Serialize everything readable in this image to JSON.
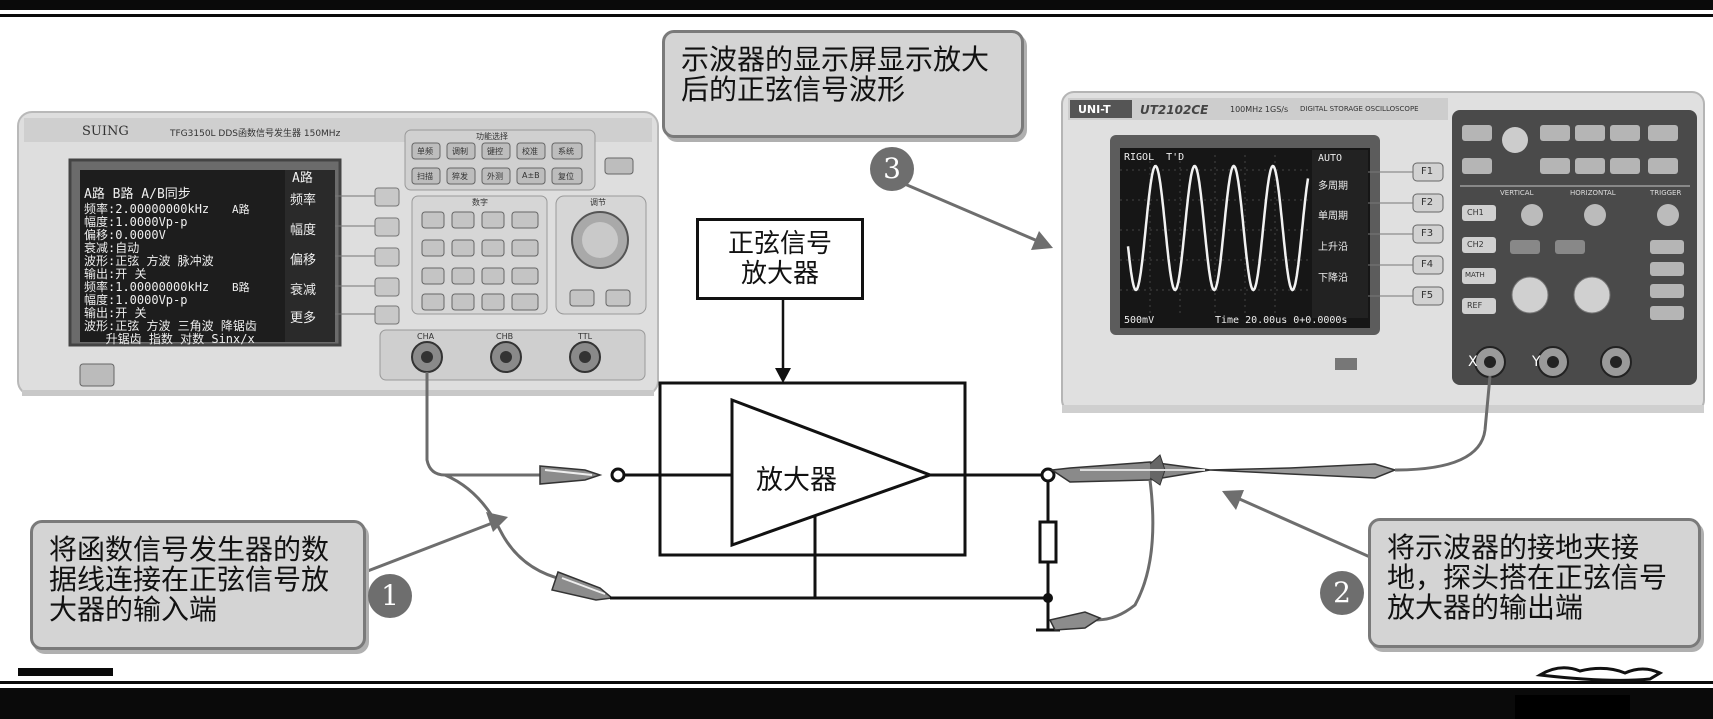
{
  "callouts": {
    "c1_text": "将函数信号发生器的数据线连接在正弦信号放大器的输入端",
    "c2_text": "将示波器的接地夹接地，探头搭在正弦信号放大器的输出端",
    "c3_text": "示波器的显示屏显示放大后的正弦信号波形"
  },
  "badges": {
    "b1": "1",
    "b2": "2",
    "b3": "3"
  },
  "amplifier": {
    "box_label": "正弦信号放大器",
    "triangle_label": "放大器"
  },
  "generator": {
    "brand": "SUING",
    "model": "TFG3150L DDS函数信号发生器 150MHz",
    "panel_title": "功能选择",
    "buttons_row1": [
      "单频",
      "调制",
      "键控",
      "校准",
      "系统"
    ],
    "buttons_row2": [
      "扫描",
      "猝发",
      "外测",
      "A±B",
      "复位"
    ],
    "keypad_title": "数字",
    "knob_title": "调节",
    "screen": {
      "tab_a": "A路",
      "line1": "A路 B路 A/B同步",
      "block_a": "频率:2.00000000kHz\n幅度:1.0000Vp-p\n偏移:0.0000V\n衰减:自动\n波形:正弦 方波 脉冲波\n输出:开 关",
      "channel_a": "A路",
      "block_b": "频率:1.00000000kHz\n幅度:1.0000Vp-p\n输出:开 关\n波形:正弦 方波 三角波 降锯齿\n   升锯齿 指数 对数 Sinx/x",
      "channel_b": "B路",
      "softkeys": [
        "频率",
        "幅度",
        "偏移",
        "衰减",
        "更多"
      ]
    },
    "ports": [
      "CHA",
      "CHB",
      "TTL"
    ]
  },
  "scope": {
    "brand": "UNI-T",
    "model": "UT2102CE",
    "spec": "100MHz  1GS/s",
    "desc": "DIGITAL STORAGE OSCILLOSCOPE",
    "screen_top_left": "RIGOL  T'D",
    "screen_bottom_left": "500mV",
    "screen_bottom_right": "Time 20.00us 0+0.0000s",
    "menu": [
      "AUTO",
      "多周期",
      "单周期",
      "上升沿",
      "下降沿"
    ],
    "fkeys": [
      "F1",
      "F2",
      "F3",
      "F4",
      "F5"
    ],
    "ch_buttons": [
      "CH1",
      "CH2",
      "MATH",
      "REF"
    ],
    "sections": [
      "VERTICAL",
      "HORIZONTAL",
      "TRIGGER"
    ],
    "inputs": [
      "X",
      "Y"
    ]
  },
  "colors": {
    "bar": "#0a0a0a",
    "callout_fill": "#d4d4d4",
    "callout_border": "#7a7a7a",
    "badge": "#6e6e6e"
  }
}
